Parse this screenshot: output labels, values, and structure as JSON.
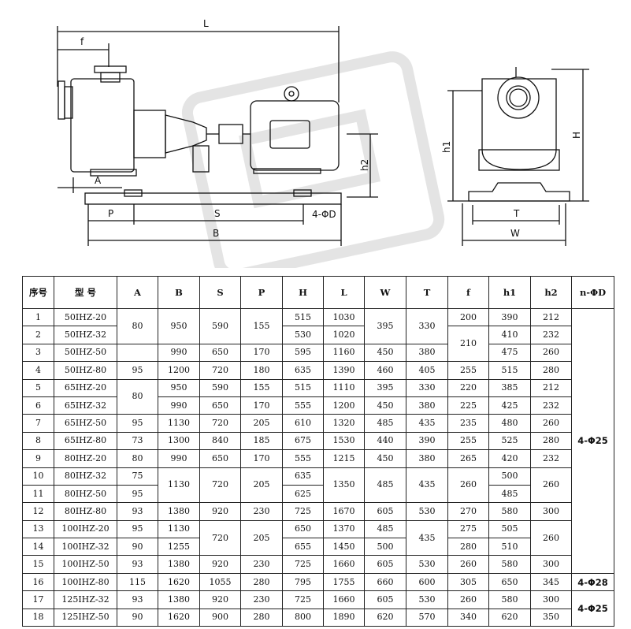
{
  "drawing": {
    "dims": {
      "L": "L",
      "f": "f",
      "A": "A",
      "P": "P",
      "S": "S",
      "B": "B",
      "hole": "4-ΦD",
      "h2": "h2",
      "h1": "h1",
      "H": "H",
      "T": "T",
      "W": "W"
    }
  },
  "table": {
    "headers": [
      "序号",
      "型 号",
      "A",
      "B",
      "S",
      "P",
      "H",
      "L",
      "W",
      "T",
      "f",
      "h1",
      "h2",
      "n-ΦD"
    ],
    "rows": [
      [
        "1",
        "50IHZ-20",
        "80",
        "950",
        "590",
        "155",
        "515",
        "1030",
        "395",
        "330",
        "200",
        "390",
        "212",
        "4-Φ25"
      ],
      [
        "2",
        "50IHZ-32",
        "",
        "",
        "",
        "",
        "530",
        "1020",
        "",
        "",
        "210",
        "410",
        "232",
        ""
      ],
      [
        "3",
        "50IHZ-50",
        "",
        "990",
        "650",
        "170",
        "595",
        "1160",
        "450",
        "380",
        "",
        "475",
        "260",
        ""
      ],
      [
        "4",
        "50IHZ-80",
        "95",
        "1200",
        "720",
        "180",
        "635",
        "1390",
        "460",
        "405",
        "255",
        "515",
        "280",
        ""
      ],
      [
        "5",
        "65IHZ-20",
        "80",
        "950",
        "590",
        "155",
        "515",
        "1110",
        "395",
        "330",
        "220",
        "385",
        "212",
        ""
      ],
      [
        "6",
        "65IHZ-32",
        "",
        "990",
        "650",
        "170",
        "555",
        "1200",
        "450",
        "380",
        "225",
        "425",
        "232",
        ""
      ],
      [
        "7",
        "65IHZ-50",
        "95",
        "1130",
        "720",
        "205",
        "610",
        "1320",
        "485",
        "435",
        "235",
        "480",
        "260",
        ""
      ],
      [
        "8",
        "65IHZ-80",
        "73",
        "1300",
        "840",
        "185",
        "675",
        "1530",
        "440",
        "390",
        "255",
        "525",
        "280",
        ""
      ],
      [
        "9",
        "80IHZ-20",
        "80",
        "990",
        "650",
        "170",
        "555",
        "1215",
        "450",
        "380",
        "265",
        "420",
        "232",
        ""
      ],
      [
        "10",
        "80IHZ-32",
        "75",
        "1130",
        "720",
        "205",
        "635",
        "1350",
        "485",
        "435",
        "260",
        "500",
        "260",
        ""
      ],
      [
        "11",
        "80IHZ-50",
        "95",
        "",
        "",
        "",
        "625",
        "",
        "",
        "",
        "",
        "485",
        "",
        ""
      ],
      [
        "12",
        "80IHZ-80",
        "93",
        "1380",
        "920",
        "230",
        "725",
        "1670",
        "605",
        "530",
        "270",
        "580",
        "300",
        ""
      ],
      [
        "13",
        "100IHZ-20",
        "95",
        "1130",
        "720",
        "205",
        "650",
        "1370",
        "485",
        "435",
        "275",
        "505",
        "260",
        ""
      ],
      [
        "14",
        "100IHZ-32",
        "90",
        "1255",
        "",
        "",
        "655",
        "1450",
        "500",
        "",
        "280",
        "510",
        "",
        ""
      ],
      [
        "15",
        "100IHZ-50",
        "93",
        "1380",
        "920",
        "230",
        "725",
        "1660",
        "605",
        "530",
        "260",
        "580",
        "300",
        ""
      ],
      [
        "16",
        "100IHZ-80",
        "115",
        "1620",
        "1055",
        "280",
        "795",
        "1755",
        "660",
        "600",
        "305",
        "650",
        "345",
        "4-Φ28"
      ],
      [
        "17",
        "125IHZ-32",
        "93",
        "1380",
        "920",
        "230",
        "725",
        "1660",
        "605",
        "530",
        "260",
        "580",
        "300",
        "4-Φ25"
      ],
      [
        "18",
        "125IHZ-50",
        "90",
        "1620",
        "900",
        "280",
        "800",
        "1890",
        "620",
        "570",
        "340",
        "620",
        "350",
        ""
      ]
    ]
  }
}
